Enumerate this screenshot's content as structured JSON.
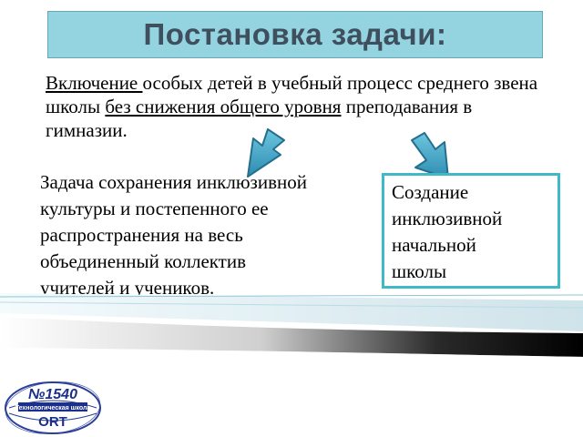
{
  "title": "Постановка задачи:",
  "intro": {
    "part1_underlined": "Включение ",
    "part2": "особых детей в учебный процесс среднего звена школы ",
    "part3_underlined": "без снижения общего уровня",
    "part4": " преподавания в гимназии."
  },
  "left_block": {
    "lines": [
      "Задача сохранения инклюзивной",
      "культуры и постепенного ее",
      "распространения на весь",
      "объединенный коллектив",
      "учителей и учеников."
    ]
  },
  "right_box": {
    "lines": [
      "Создание",
      "инклюзивной",
      "начальной",
      "школы"
    ]
  },
  "logo": {
    "number": "№1540",
    "subtitle": "Технологическая школа",
    "brand": "ORT"
  },
  "colors": {
    "title_bg": "#93d4e0",
    "title_text": "#3f4f5e",
    "arrow_fill": "#3da2c4",
    "box_border": "#3fb8c8"
  },
  "icons": {
    "arrow_left": "arrow-down-left-icon",
    "arrow_right": "arrow-down-right-icon"
  }
}
